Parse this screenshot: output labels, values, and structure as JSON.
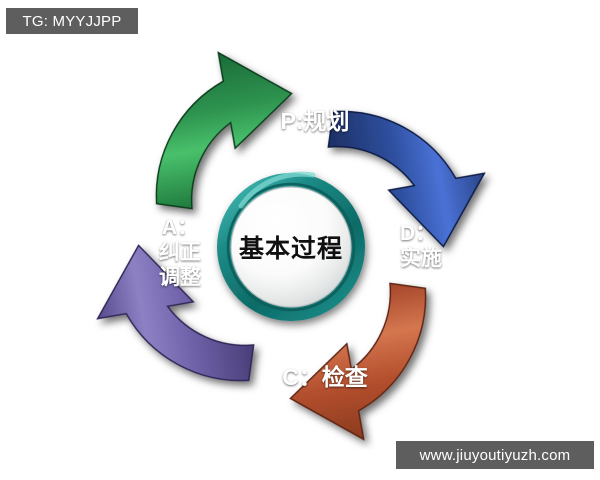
{
  "overlays": {
    "top_left_badge": "TG: MYYJJPP",
    "bottom_right_badge": "www.jiuyoutiyuzh.com"
  },
  "diagram": {
    "type": "pdca-cycle",
    "center": {
      "label": "基本过程",
      "ring_color": "#14807c",
      "ring_highlight": "#3fb3ae",
      "face_color": "#ffffff"
    },
    "steps": [
      {
        "key": "plan",
        "position": "top",
        "letter": "P:",
        "title": "规划",
        "label_lines": [
          "P:规划"
        ],
        "color": "#36a055",
        "color_dark": "#1b6b37",
        "color_light": "#49c06b"
      },
      {
        "key": "do",
        "position": "right",
        "letter": "D：",
        "title": "实施",
        "label_lines": [
          "D：",
          "实施"
        ],
        "color": "#2e4f9e",
        "color_dark": "#1d2f63",
        "color_light": "#4a72d6"
      },
      {
        "key": "check",
        "position": "bottom",
        "letter": "C：",
        "title": "检查",
        "label_lines": [
          "C：检查"
        ],
        "color": "#c05a36",
        "color_dark": "#8a3a1f",
        "color_light": "#d4764f"
      },
      {
        "key": "act",
        "position": "left",
        "letter": "A：",
        "title": "纠正调整",
        "label_lines": [
          "A：",
          "纠正",
          "调整"
        ],
        "color": "#6f61a8",
        "color_dark": "#483d77",
        "color_light": "#8d81c4"
      }
    ]
  }
}
